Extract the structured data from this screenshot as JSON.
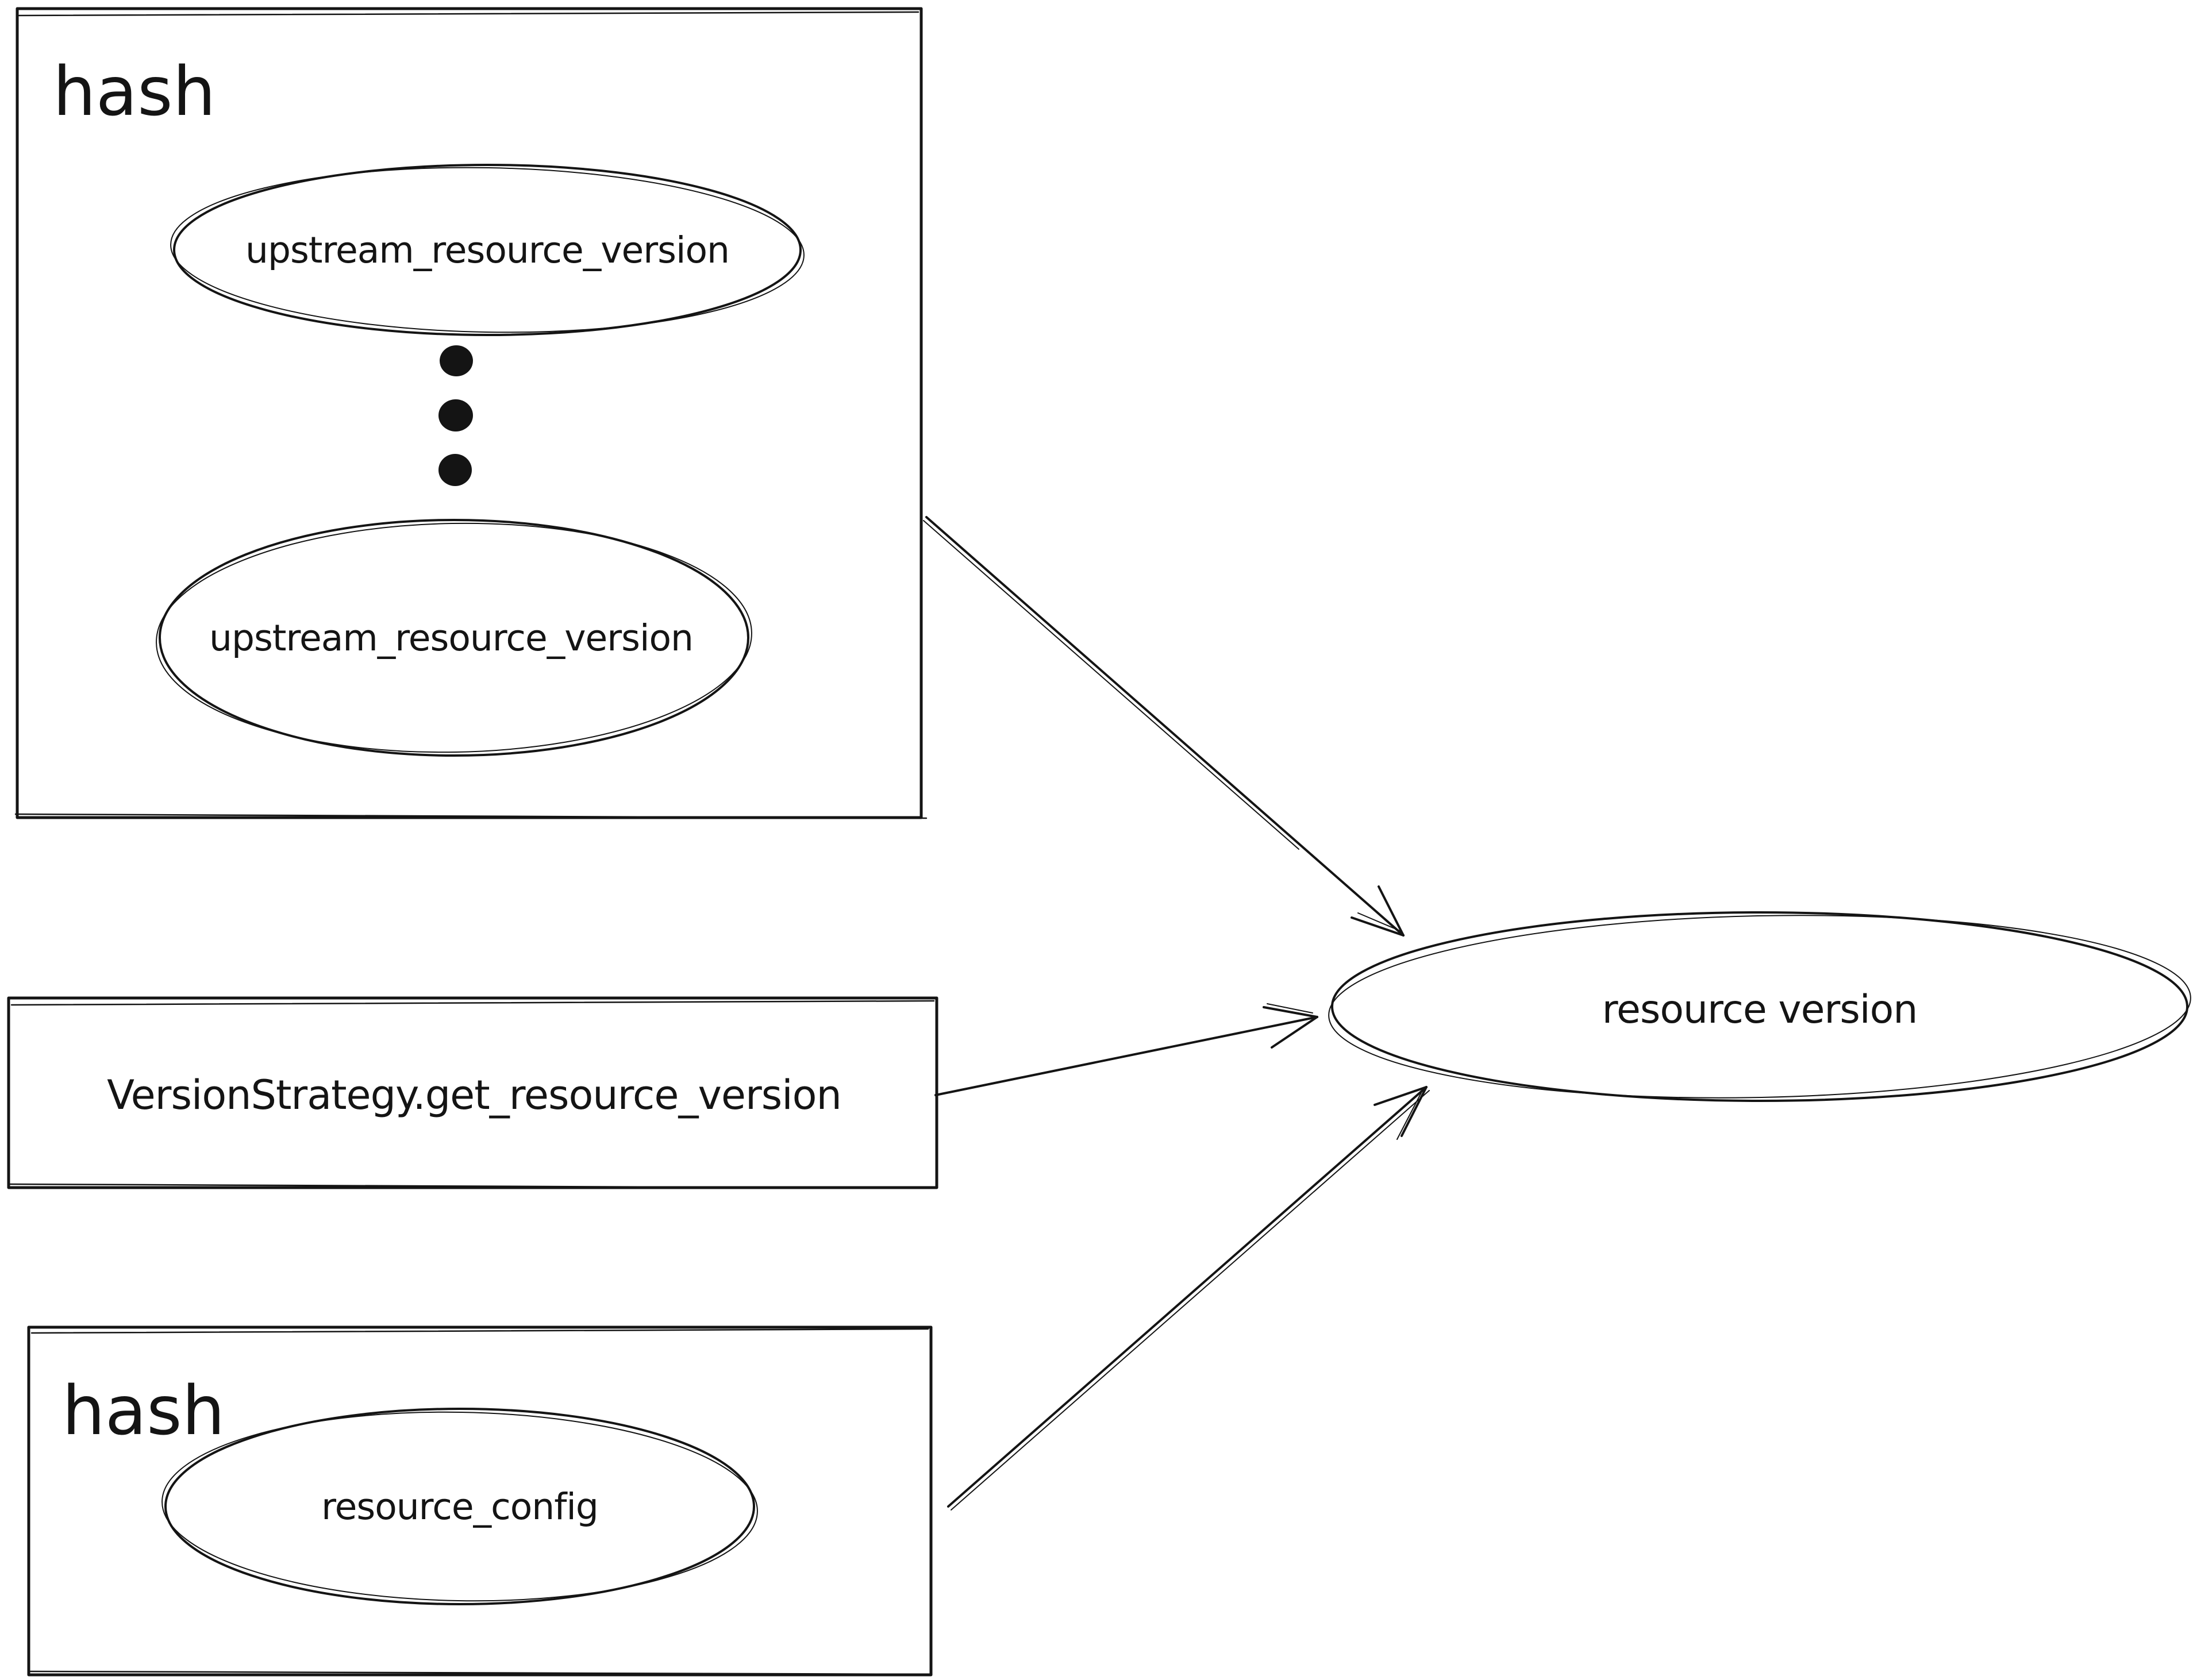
{
  "colors": {
    "background": "#ffffff",
    "stroke": "#141414",
    "text": "#141414"
  },
  "top_hash_group": {
    "title": "hash",
    "top_ellipse_label": "upstream_resource_version",
    "bottom_ellipse_label": "upstream_resource_version",
    "ellipsis_dot_count": 3
  },
  "strategy_rect": {
    "label": "VersionStrategy.get_resource_version"
  },
  "bottom_hash_group": {
    "title": "hash",
    "ellipse_label": "resource_config"
  },
  "result_node": {
    "label": "resource version"
  },
  "edges": [
    {
      "from": "hash of upstream_resource_versions",
      "to": "resource version"
    },
    {
      "from": "VersionStrategy.get_resource_version",
      "to": "resource version"
    },
    {
      "from": "hash of resource_config",
      "to": "resource version"
    }
  ]
}
